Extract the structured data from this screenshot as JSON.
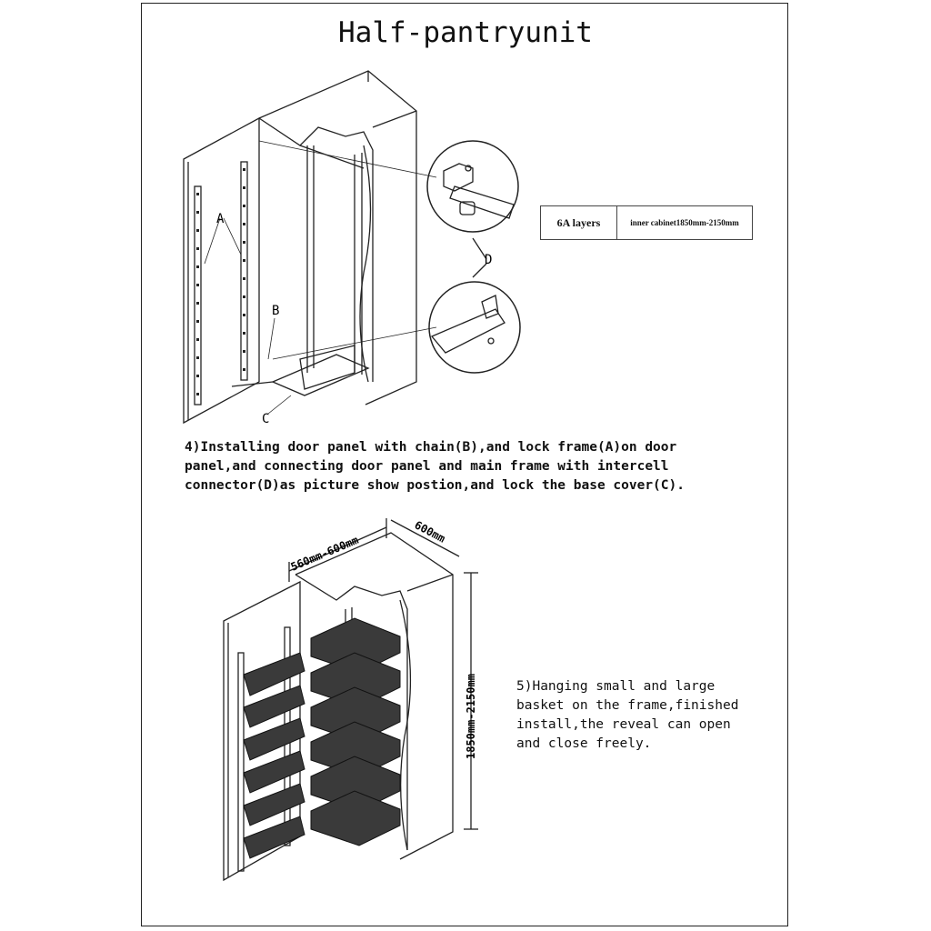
{
  "title": "Half-pantryunit",
  "spec_table": {
    "layers": "6A layers",
    "size": "inner cabinet1850mm-2150mm"
  },
  "figure1_labels": {
    "a": "A",
    "b": "B",
    "c": "C",
    "d": "D"
  },
  "step4": {
    "line1": "4)Installing door panel with chain(B),and lock frame(A)on door",
    "line2": "panel,and connecting door panel and main frame with intercell",
    "line3": "connector(D)as picture show postion,and lock the base cover(C)."
  },
  "figure2_dims": {
    "width": "560mm-600mm",
    "depth": "600mm",
    "height": "1850mm-2150mm"
  },
  "step5": {
    "line1": "5)Hanging small and large",
    "line2": "basket on the frame,finished",
    "line3": "install,the reveal can open",
    "line4": "and close freely."
  }
}
